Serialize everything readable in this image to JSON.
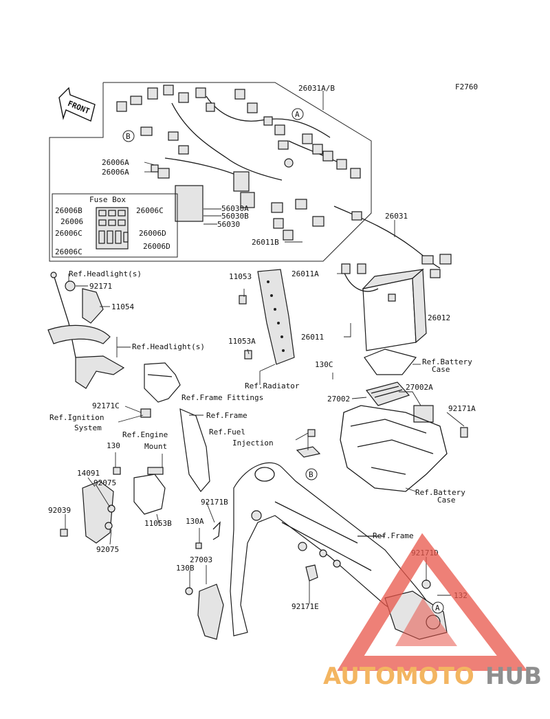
{
  "diagram": {
    "figure_code": "F2760",
    "front_arrow": "FRONT",
    "fuse_box_title": "Fuse Box",
    "circle_a": "A",
    "circle_b": "B",
    "labels": {
      "p26031ab": "26031A/B",
      "p26006a_1": "26006A",
      "p26006a_2": "26006A",
      "p26006b": "26006B",
      "p26006c_1": "26006C",
      "p26006": "26006",
      "p26006c_2": "26006C",
      "p26006d_1": "26006D",
      "p26006c_3": "26006C",
      "p26006d_2": "26006D",
      "p56030a": "56030A",
      "p56030b": "56030B",
      "p56030": "56030",
      "p26011b": "26011B",
      "p26031": "26031",
      "ref_headlight_1": "Ref.Headlight(s)",
      "p92171": "92171",
      "p11054": "11054",
      "ref_headlight_2": "Ref.Headlight(s)",
      "p11053": "11053",
      "p26011a": "26011A",
      "p26012": "26012",
      "p26011": "26011",
      "p11053a": "11053A",
      "ref_battery_case_1a": "Ref.Battery",
      "ref_battery_case_1b": "Case",
      "p130c": "130C",
      "ref_radiator": "Ref.Radiator",
      "p27002a": "27002A",
      "p27002": "27002",
      "ref_frame_fittings": "Ref.Frame Fittings",
      "p92171c": "92171C",
      "ref_frame_1": "Ref.Frame",
      "p92171a": "92171A",
      "ref_ignition_a": "Ref.Ignition",
      "ref_ignition_b": "System",
      "ref_fuel_a": "Ref.Fuel",
      "ref_fuel_b": "Injection",
      "ref_engine_a": "Ref.Engine",
      "ref_engine_b": "Mount",
      "p130": "130",
      "p14091": "14091",
      "p92075_1": "92075",
      "ref_battery_case_2a": "Ref.Battery",
      "ref_battery_case_2b": "Case",
      "p92039": "92039",
      "p92171b": "92171B",
      "p11053b": "11053B",
      "p130a": "130A",
      "p92075_2": "92075",
      "ref_frame_2": "Ref.Frame",
      "p27003": "27003",
      "p92171d": "92171D",
      "p130b": "130B",
      "p132": "132",
      "p92171e": "92171E"
    }
  },
  "watermark": {
    "part1": "AUTOMOTO",
    "part2": "HUB",
    "color_part1": "#f3b561",
    "color_part2": "#8f8f8f",
    "triangle_color": "#e8564a"
  }
}
